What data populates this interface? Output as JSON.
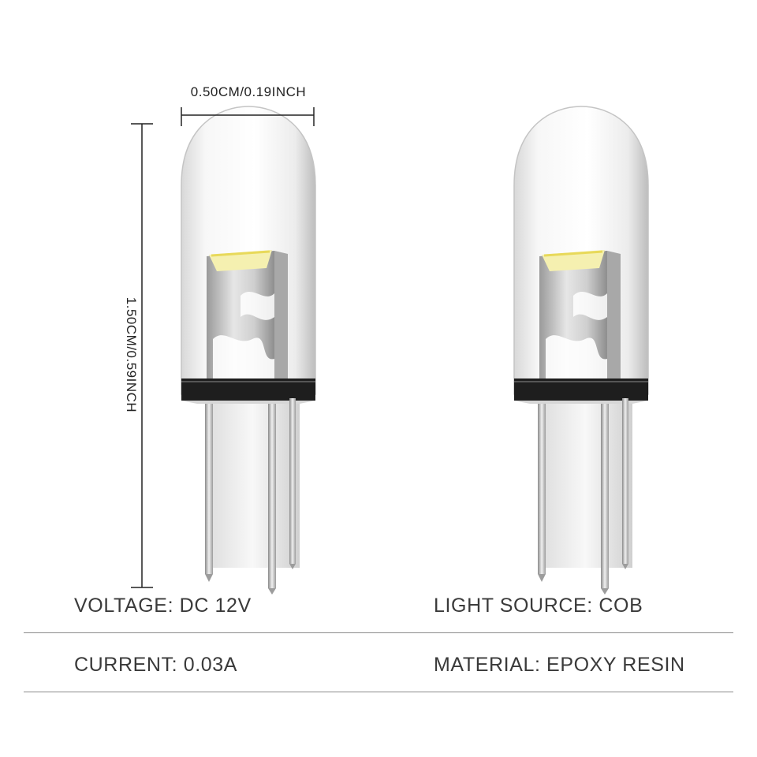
{
  "dimensions": {
    "width_label": "0.50CM/0.19INCH",
    "height_label": "1.50CM/0.59INCH"
  },
  "specs": {
    "voltage": "VOLTAGE: DC 12V",
    "light_source": "LIGHT SOURCE: COB",
    "current": "CURRENT: 0.03A",
    "material": "MATERIAL: EPOXY RESIN"
  },
  "colors": {
    "text": "#3a3a3a",
    "line": "#8a8a8a",
    "chip": "#f5f0b0",
    "metal": "#c8c8c8"
  }
}
